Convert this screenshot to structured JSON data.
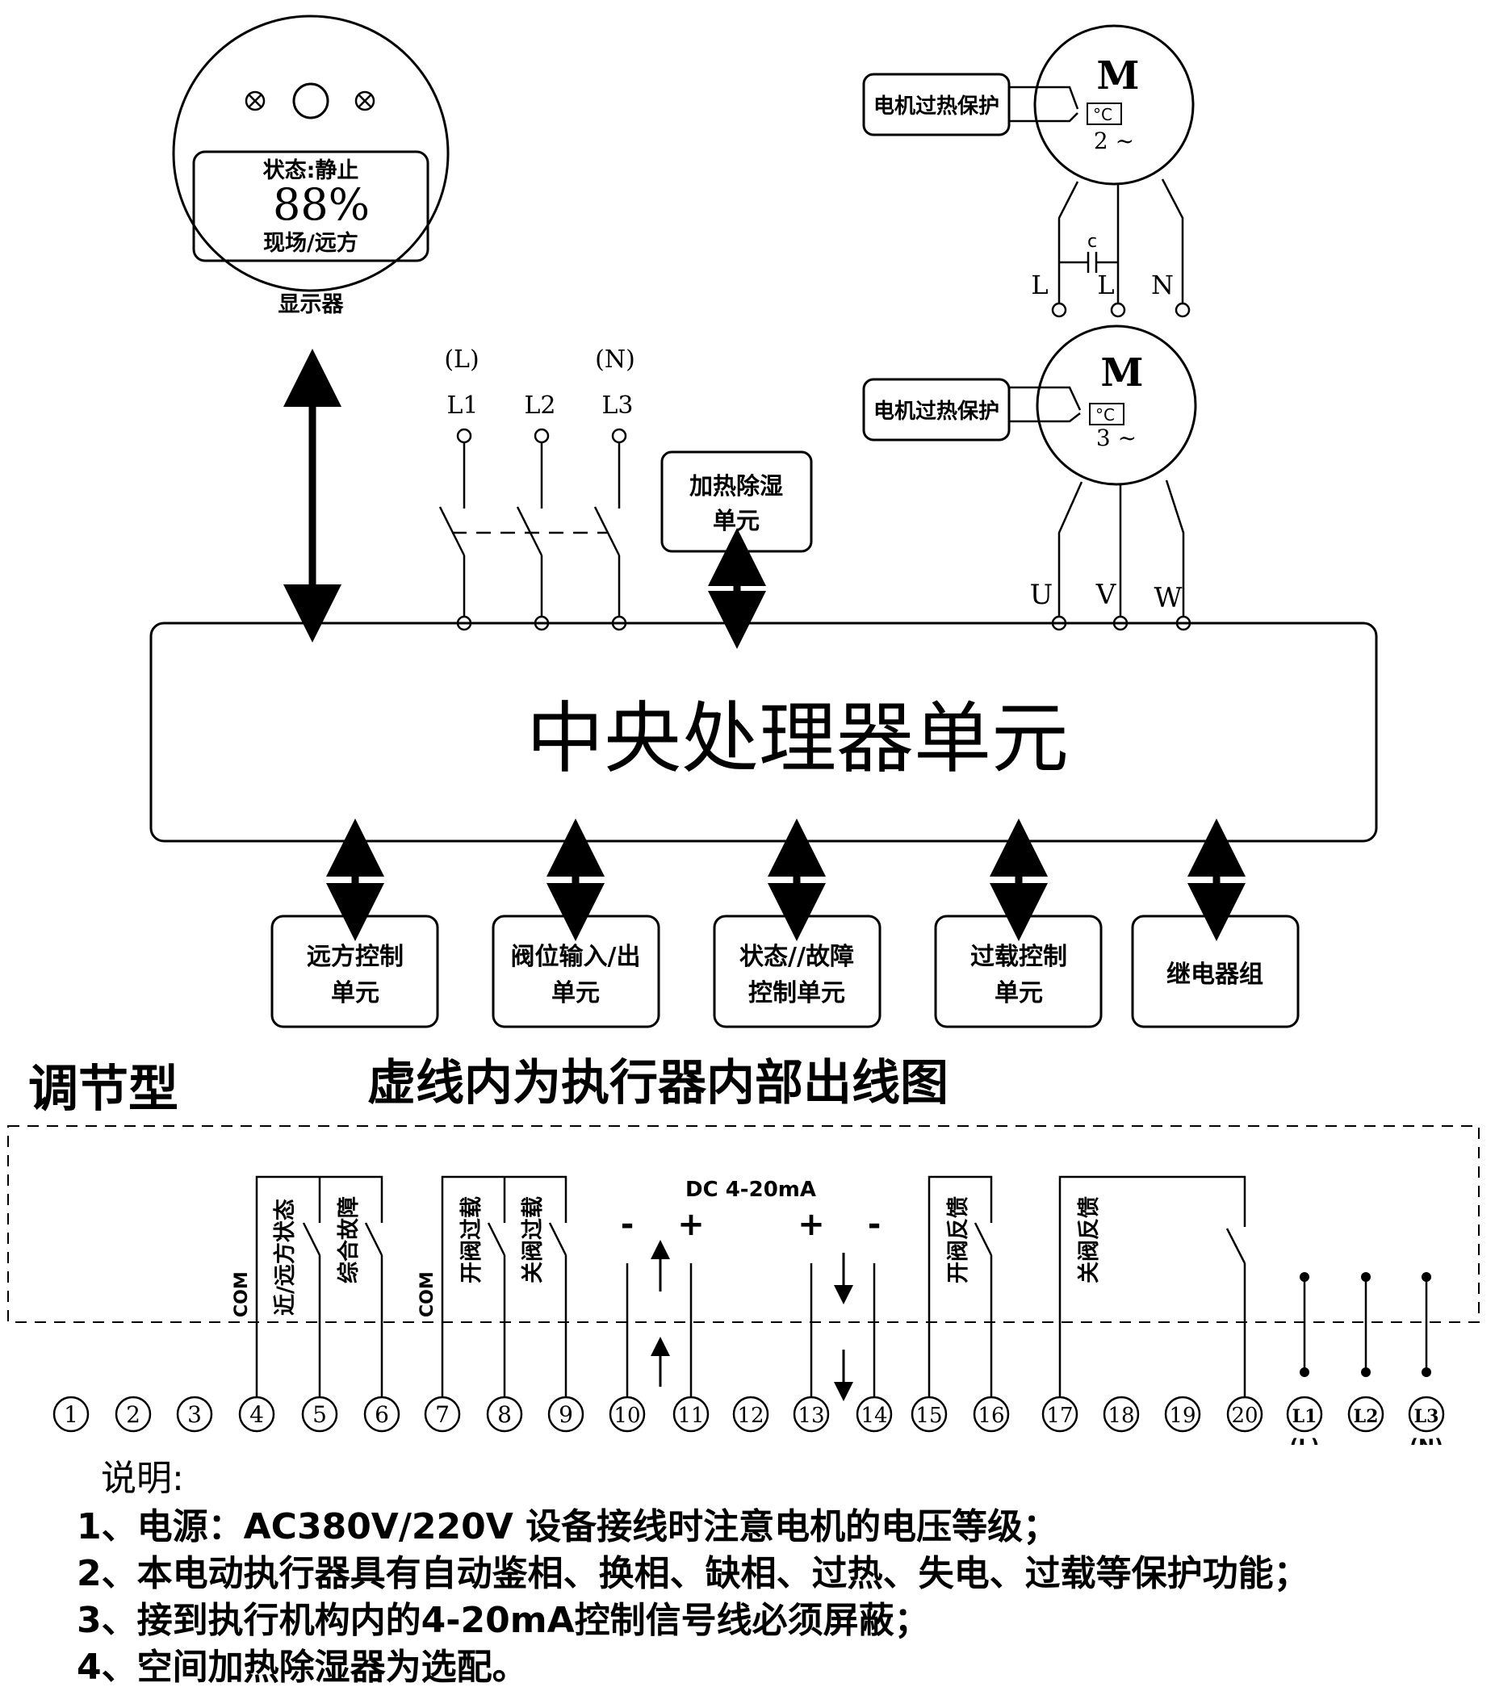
{
  "display": {
    "status": "状态:静止",
    "percent": "88%",
    "mode": "现场/远方",
    "label": "显示器"
  },
  "motors": [
    {
      "protection_label": "电机过热保护",
      "symbol": "M",
      "thermal": "°C",
      "phase": "2 ~",
      "cap_label": "c",
      "terminals": [
        "L",
        "L",
        "N"
      ]
    },
    {
      "protection_label": "电机过热保护",
      "symbol": "M",
      "thermal": "°C",
      "phase": "3 ~",
      "terminals": [
        "U",
        "V",
        "W"
      ]
    }
  ],
  "power": {
    "hints": [
      "(L)",
      "(N)"
    ],
    "lines": [
      "L1",
      "L2",
      "L3"
    ]
  },
  "heating_unit": {
    "line1": "加热除湿",
    "line2": "单元"
  },
  "cpu_label": "中央处理器单元",
  "units": [
    {
      "line1": "远方控制",
      "line2": "单元"
    },
    {
      "line1": "阀位输入/出",
      "line2": "单元"
    },
    {
      "line1": "状态//故障",
      "line2": "控制单元"
    },
    {
      "line1": "过载控制",
      "line2": "单元"
    },
    {
      "line1": "继电器组",
      "line2": ""
    }
  ],
  "section": {
    "type_label": "调节型",
    "title": "虚线内为执行器内部出线图"
  },
  "internal_labels": {
    "com1": "COM",
    "remote_status": "近/远方状态",
    "fault": "综合故障",
    "com2": "COM",
    "open_overload": "开阀过载",
    "close_overload": "关阀过载",
    "dc_signal": "DC 4-20mA",
    "open_feedback": "开阀反馈",
    "close_feedback": "关阀反馈",
    "minus": "-",
    "plus": "+"
  },
  "terminals": [
    "1",
    "2",
    "3",
    "4",
    "5",
    "6",
    "7",
    "8",
    "9",
    "10",
    "11",
    "12",
    "13",
    "14",
    "15",
    "16",
    "17",
    "18",
    "19",
    "20",
    "L1",
    "L2",
    "L3"
  ],
  "terminal_notes": [
    "(L)",
    "(N)"
  ],
  "notes": {
    "header": "说明:",
    "items": [
      "1、电源：AC380V/220V 设备接线时注意电机的电压等级；",
      "2、本电动执行器具有自动鉴相、换相、缺相、过热、失电、过载等保护功能；",
      "3、接到执行机构内的4-20mA控制信号线必须屏蔽；",
      "4、空间加热除湿器为选配。"
    ]
  }
}
